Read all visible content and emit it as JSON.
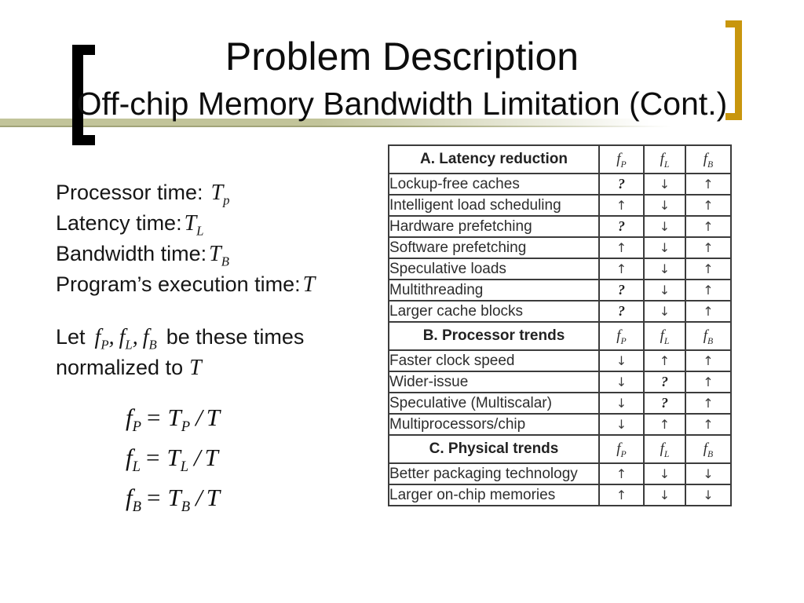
{
  "slide": {
    "title": "Problem Description",
    "subtitle": "Off-chip Memory Bandwidth Limitation (Cont.)"
  },
  "colors": {
    "left_bracket": "#000000",
    "right_bracket": "#c8960d",
    "divider_band": "#c2c49a",
    "divider_edge": "#a2a478",
    "text": "#0d0d0d",
    "table_border": "#3c3c3c"
  },
  "body": {
    "definitions": [
      {
        "label": "Processor time:",
        "sym": "T",
        "sub": "p"
      },
      {
        "label": "Latency time:",
        "sym": "T",
        "sub": "L"
      },
      {
        "label": "Bandwidth time:",
        "sym": "T",
        "sub": "B"
      },
      {
        "label": "Program’s execution time:",
        "sym": "T",
        "sub": ""
      }
    ],
    "let_line": {
      "prefix": "Let",
      "terms": [
        {
          "sym": "f",
          "sub": "P"
        },
        {
          "sym": "f",
          "sub": "L"
        },
        {
          "sym": "f",
          "sub": "B"
        }
      ],
      "separator": ",",
      "suffix": "be these times",
      "second_line": "normalized to",
      "second_line_sym": "T"
    },
    "formulas": [
      {
        "lhs": "f",
        "lhs_sub": "P",
        "eq": "=",
        "num": "T",
        "num_sub": "P",
        "slash": "/",
        "den": "T"
      },
      {
        "lhs": "f",
        "lhs_sub": "L",
        "eq": "=",
        "num": "T",
        "num_sub": "L",
        "slash": "/",
        "den": "T"
      },
      {
        "lhs": "f",
        "lhs_sub": "B",
        "eq": "=",
        "num": "T",
        "num_sub": "B",
        "slash": "/",
        "den": "T"
      }
    ]
  },
  "table": {
    "sections": [
      {
        "header": "A. Latency reduction",
        "columns": [
          {
            "sym": "f",
            "sub": "P"
          },
          {
            "sym": "f",
            "sub": "L"
          },
          {
            "sym": "f",
            "sub": "B"
          }
        ],
        "rows": [
          {
            "label": "Lockup-free caches",
            "fp": "?",
            "fl": "↓",
            "fb": "↑"
          },
          {
            "label": "Intelligent load scheduling",
            "fp": "↑",
            "fl": "↓",
            "fb": "↑"
          },
          {
            "label": "Hardware prefetching",
            "fp": "?",
            "fl": "↓",
            "fb": "↑"
          },
          {
            "label": "Software prefetching",
            "fp": "↑",
            "fl": "↓",
            "fb": "↑"
          },
          {
            "label": "Speculative loads",
            "fp": "↑",
            "fl": "↓",
            "fb": "↑"
          },
          {
            "label": "Multithreading",
            "fp": "?",
            "fl": "↓",
            "fb": "↑"
          },
          {
            "label": "Larger cache blocks",
            "fp": "?",
            "fl": "↓",
            "fb": "↑"
          }
        ]
      },
      {
        "header": "B. Processor trends",
        "columns": [
          {
            "sym": "f",
            "sub": "P"
          },
          {
            "sym": "f",
            "sub": "L"
          },
          {
            "sym": "f",
            "sub": "B"
          }
        ],
        "rows": [
          {
            "label": "Faster clock speed",
            "fp": "↓",
            "fl": "↑",
            "fb": "↑"
          },
          {
            "label": "Wider-issue",
            "fp": "↓",
            "fl": "?",
            "fb": "↑"
          },
          {
            "label": "Speculative (Multiscalar)",
            "fp": "↓",
            "fl": "?",
            "fb": "↑"
          },
          {
            "label": "Multiprocessors/chip",
            "fp": "↓",
            "fl": "↑",
            "fb": "↑"
          }
        ]
      },
      {
        "header": "C. Physical trends",
        "columns": [
          {
            "sym": "f",
            "sub": "P"
          },
          {
            "sym": "f",
            "sub": "L"
          },
          {
            "sym": "f",
            "sub": "B"
          }
        ],
        "rows": [
          {
            "label": "Better packaging technology",
            "fp": "↑",
            "fl": "↓",
            "fb": "↓"
          },
          {
            "label": "Larger on-chip memories",
            "fp": "↑",
            "fl": "↓",
            "fb": "↓"
          }
        ]
      }
    ]
  }
}
